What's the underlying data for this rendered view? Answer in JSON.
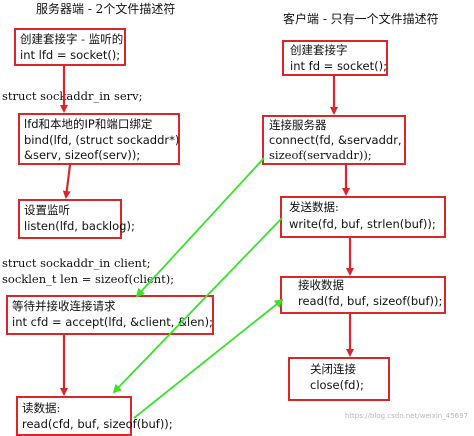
{
  "server": {
    "header": "服务器端 - 2个文件描述符",
    "socket_title": "创建套接字 - 监听的",
    "socket_code": "int lfd = socket();",
    "struct_decl": "struct sockaddr_in serv;",
    "bind_title": "lfd和本地的IP和端口绑定",
    "bind_code_1": "bind(lfd, (struct sockaddr*)",
    "bind_code_2": "&serv, sizeof(serv));",
    "listen_title": "设置监听",
    "listen_code": "listen(lfd, backlog);",
    "client_decl_1": "struct sockaddr_in client;",
    "client_decl_2": "socklen_t len = sizeof(client);",
    "accept_title": "等待并接收连接请求",
    "accept_code": "int cfd = accept(lfd, &client, &len);",
    "read_title": "读数据:",
    "read_code": "read(cfd, buf, sizeof(buf));"
  },
  "client": {
    "header": "客户端 - 只有一个文件描述符",
    "socket_title": "创建套接字",
    "socket_code": "int fd = socket();",
    "connect_title": "连接服务器",
    "connect_code_1": "connect(fd, &servaddr,",
    "connect_code_2": "sizeof(servaddr));",
    "send_title": "发送数据:",
    "send_code": "write(fd, buf, strlen(buf));",
    "recv_title": "接收数据",
    "recv_code": "read(fd, buf, sizeof(buf));",
    "close_title": "关闭连接",
    "close_code": "close(fd);"
  },
  "watermark": "https://blog.csdn.net/weixin_45697",
  "colors": {
    "box_border": "#d9262b",
    "flow_arrow": "#d9262b",
    "link_arrow": "#39e22c"
  }
}
